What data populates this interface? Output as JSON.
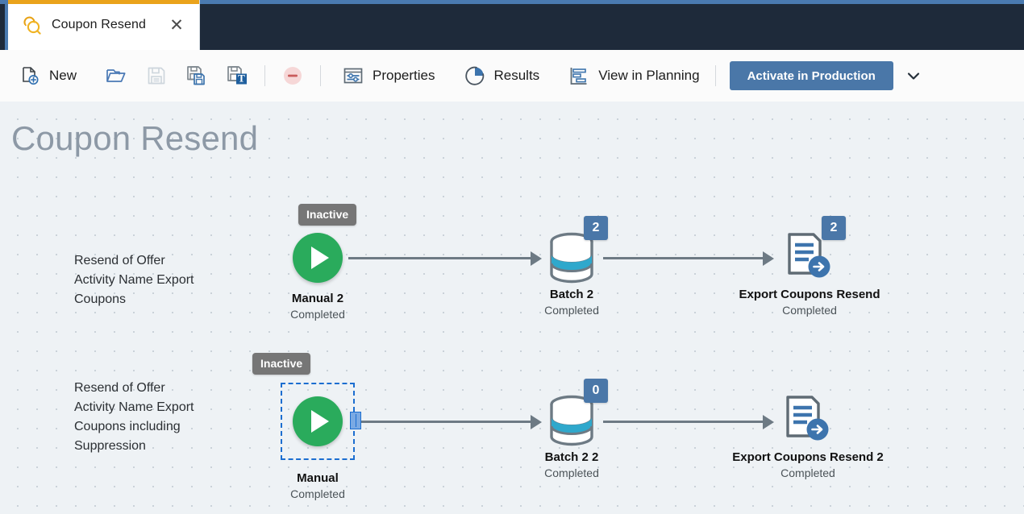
{
  "window": {
    "accent_orange": "#eaa31b",
    "accent_blue": "#4a7ab0",
    "header_bg": "#1e2a3a",
    "tab": {
      "label": "Coupon Resend",
      "icon": "coupon-offer-icon",
      "close_label": "✕"
    }
  },
  "toolbar": {
    "new_label": "New",
    "open_label": "",
    "save_label": "",
    "save_as_label": "",
    "save_as_template_label": "",
    "delete_label": "",
    "properties_label": "Properties",
    "results_label": "Results",
    "view_in_planning_label": "View in Planning",
    "activate_label": "Activate in Production",
    "overflow_label": "⌄",
    "icons": {
      "new": "new-document-icon",
      "open": "open-folder-icon",
      "save": "save-icon",
      "save_as": "save-as-icon",
      "save_as_template": "save-as-template-icon",
      "delete": "delete-icon",
      "properties": "properties-icon",
      "results": "results-pie-icon",
      "view_in_planning": "planning-gantt-icon",
      "overflow": "chevron-down-icon"
    }
  },
  "canvas": {
    "page_title": "Coupon Resend",
    "lanes": [
      {
        "label": "Resend of Offer\nActivity Name Export\nCoupons",
        "nodes": [
          {
            "type": "start",
            "name": "Manual 2",
            "status": "Completed",
            "tooltip": "Inactive",
            "badge": null,
            "selected": false
          },
          {
            "type": "batch",
            "name": "Batch 2",
            "status": "Completed",
            "tooltip": null,
            "badge": "2",
            "selected": false
          },
          {
            "type": "export",
            "name": "Export Coupons Resend",
            "status": "Completed",
            "tooltip": null,
            "badge": "2",
            "selected": false
          }
        ]
      },
      {
        "label": "Resend of Offer\nActivity Name Export\nCoupons including\nSuppression",
        "nodes": [
          {
            "type": "start",
            "name": "Manual",
            "status": "Completed",
            "tooltip": "Inactive",
            "badge": null,
            "selected": true
          },
          {
            "type": "batch",
            "name": "Batch 2 2",
            "status": "Completed",
            "tooltip": null,
            "badge": "0",
            "selected": false
          },
          {
            "type": "export",
            "name": "Export Coupons Resend 2",
            "status": "Completed",
            "tooltip": null,
            "badge": null,
            "selected": false
          }
        ]
      }
    ]
  }
}
